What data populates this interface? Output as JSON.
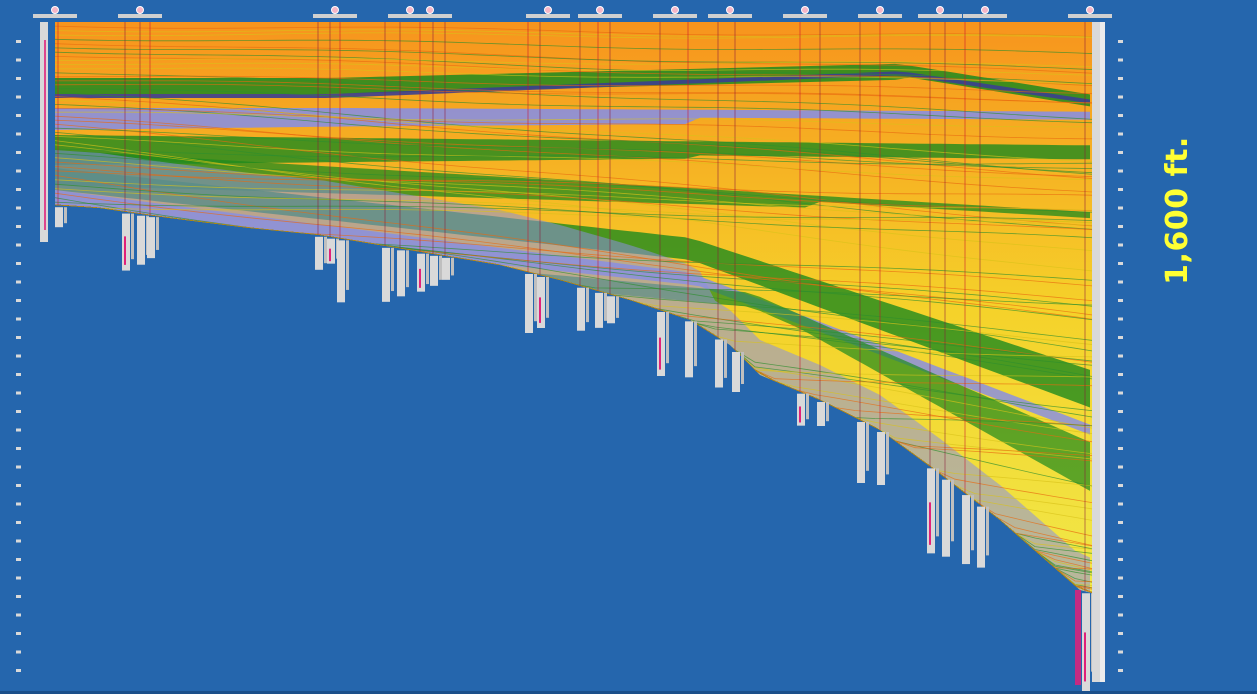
{
  "slide": {
    "background": "#2566ad",
    "scale_label": "1,600 ft."
  },
  "cross_section": {
    "description_icon": "stratigraphic-cross-section",
    "well_count": 26,
    "colors": {
      "sand_orange": "#f7941d",
      "sand_yellow": "#f5e830",
      "shale_green": "#1e8a1e",
      "marker_purple": "#8a8fe0",
      "well_log_gray": "#d9d9d9",
      "well_log_pink": "#e0207a",
      "label_yellow": "#ffff33"
    }
  }
}
